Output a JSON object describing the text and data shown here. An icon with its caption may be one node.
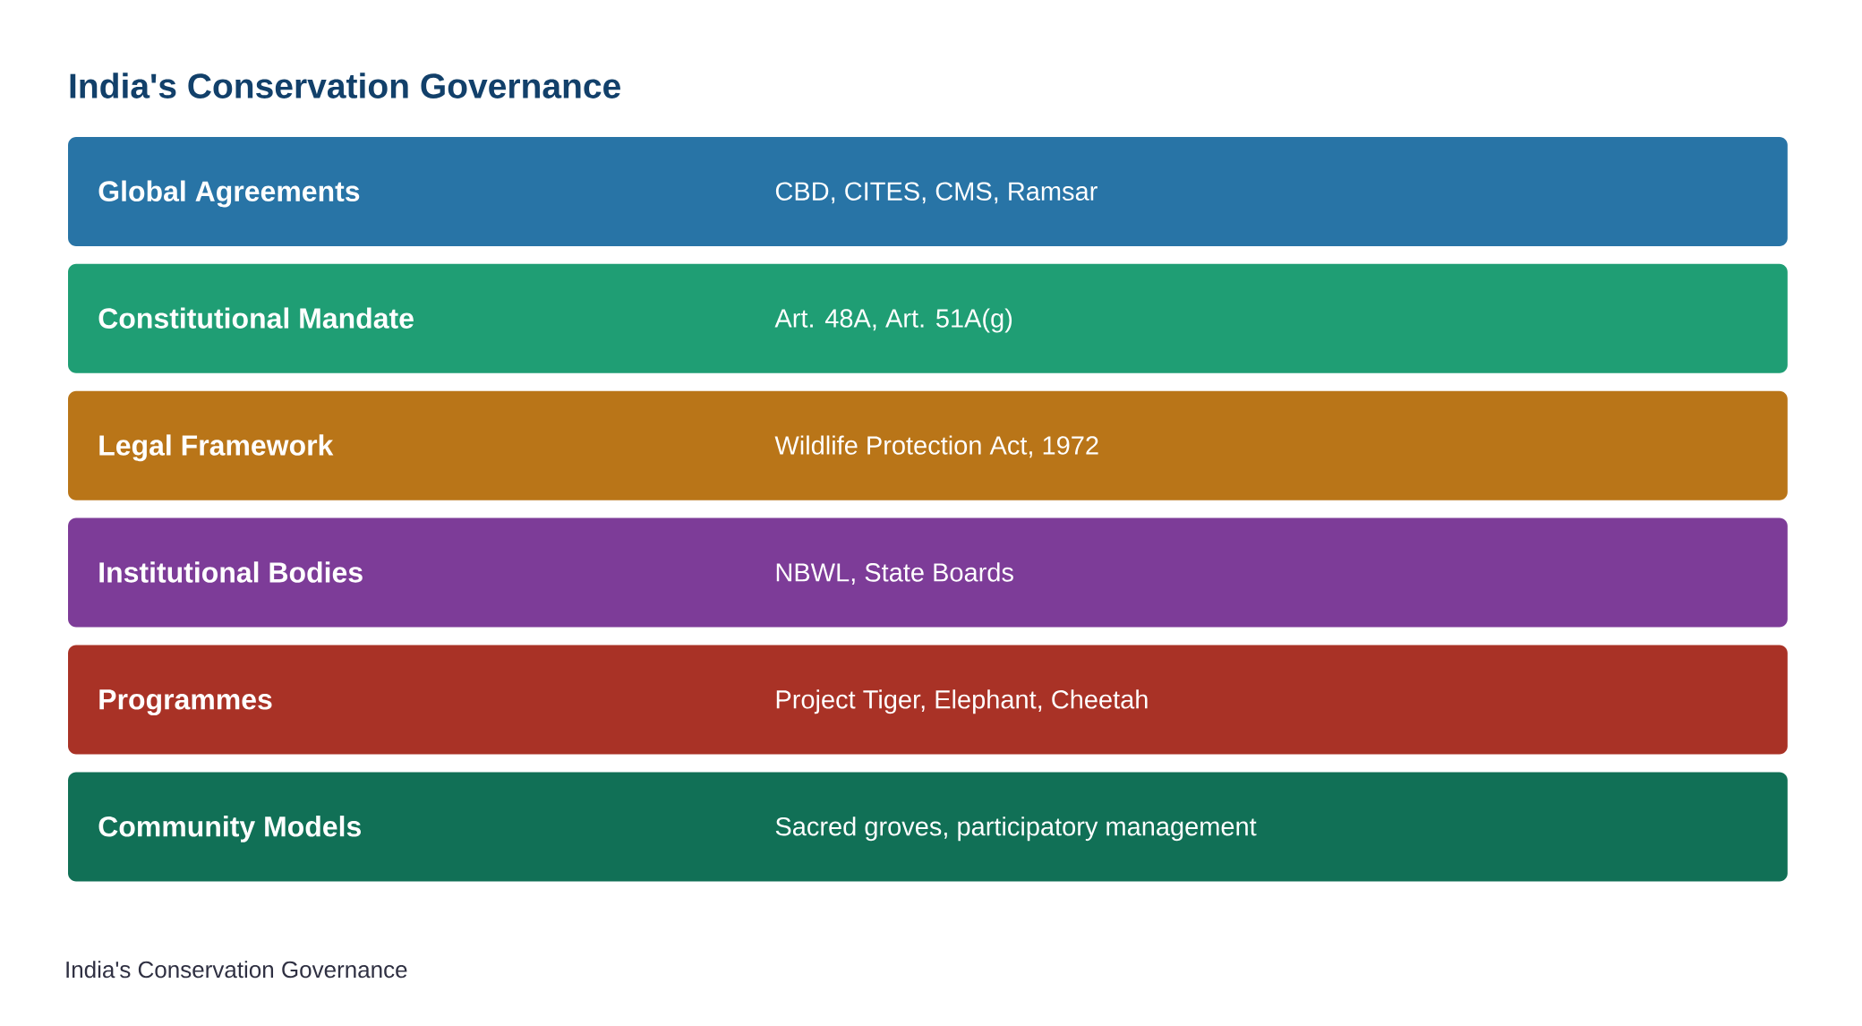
{
  "diagram": {
    "title": "India's Conservation Governance",
    "caption": "India's Conservation Governance",
    "nodes": [
      {
        "text": [
          "Global Agreements",
          "CBD, CITES, CMS, Ramsar"
        ]
      },
      {
        "text": [
          "Constitutional Mandate",
          "Art. 48A, Art. 51A(g)"
        ]
      },
      {
        "text": [
          "Legal Framework",
          "Wildlife Protection Act, 1972"
        ]
      },
      {
        "text": [
          "Institutional Bodies",
          "NBWL, State Boards"
        ]
      },
      {
        "text": [
          "Programmes",
          "Project Tiger, Elephant, Cheetah"
        ]
      },
      {
        "text": [
          "Community Models",
          "Sacred groves, participatory management"
        ]
      }
    ]
  }
}
